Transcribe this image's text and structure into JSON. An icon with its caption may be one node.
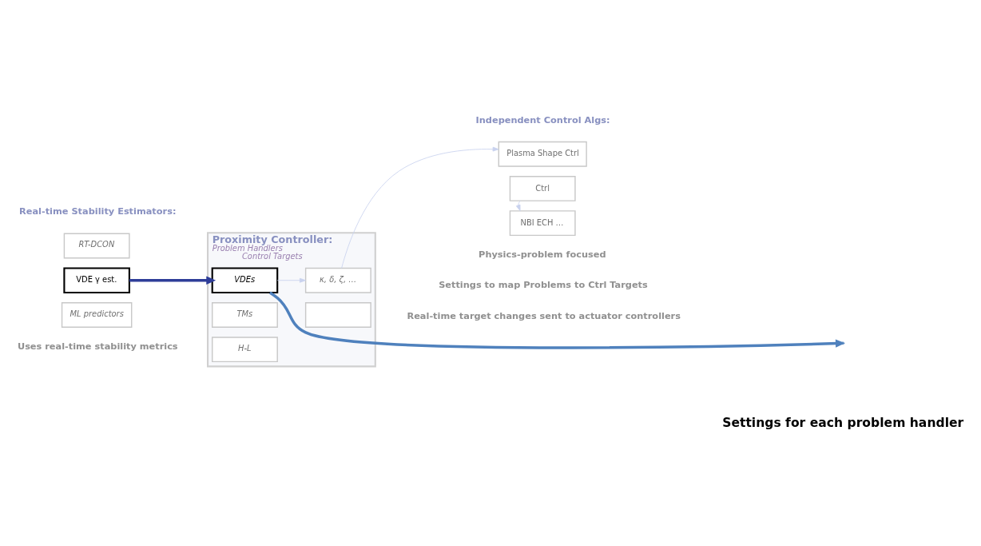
{
  "diagram": {
    "nodes": [
      {
        "text": [
          "Proximity Controller:",
          "Problem Handlers",
          "Control Targets"
        ]
      },
      {
        "text": [
          "RT-DCON"
        ]
      },
      {
        "text": [
          "VDE γ est."
        ]
      },
      {
        "text": [
          "ML predictors"
        ]
      },
      {
        "text": [
          "VDEs"
        ],
        "in": 0
      },
      {
        "text": [
          "TMs"
        ],
        "in": 0
      },
      {
        "text": [
          "H-L"
        ],
        "in": 0
      },
      {
        "text": [
          "κ, δ, ζ, …"
        ],
        "in": 0
      },
      {
        "text": [],
        "shape": "box",
        "in": 0
      },
      {
        "text": [
          "Plasma Shape Ctrl"
        ]
      },
      {
        "text": [
          "Ctrl"
        ]
      },
      {
        "text": [
          "NBI ECH …"
        ]
      },
      {
        "text": [
          "Settings for each problem handler"
        ]
      }
    ],
    "edges": [
      {
        "from": 2,
        "to": 4,
        "arrow": "to",
        "style": "thick",
        "color": "#2e3d98"
      },
      {
        "from": 4,
        "to": 7,
        "arrow": "to"
      },
      {
        "from": 7,
        "to": 9,
        "arrow": "to"
      },
      {
        "from": 10,
        "to": 11,
        "arrow": "to"
      },
      {
        "from": 4,
        "to": null,
        "arrow": "to",
        "style": "thick",
        "color": "#4f81bd"
      }
    ],
    "labels": [
      "Real-time Stability Estimators:",
      "Independent Control Algs:",
      "Uses real-time stability metrics",
      "Physics-problem focused",
      "Settings to map Problems to Ctrl Targets",
      "Real-time target changes sent to actuator controllers"
    ]
  }
}
